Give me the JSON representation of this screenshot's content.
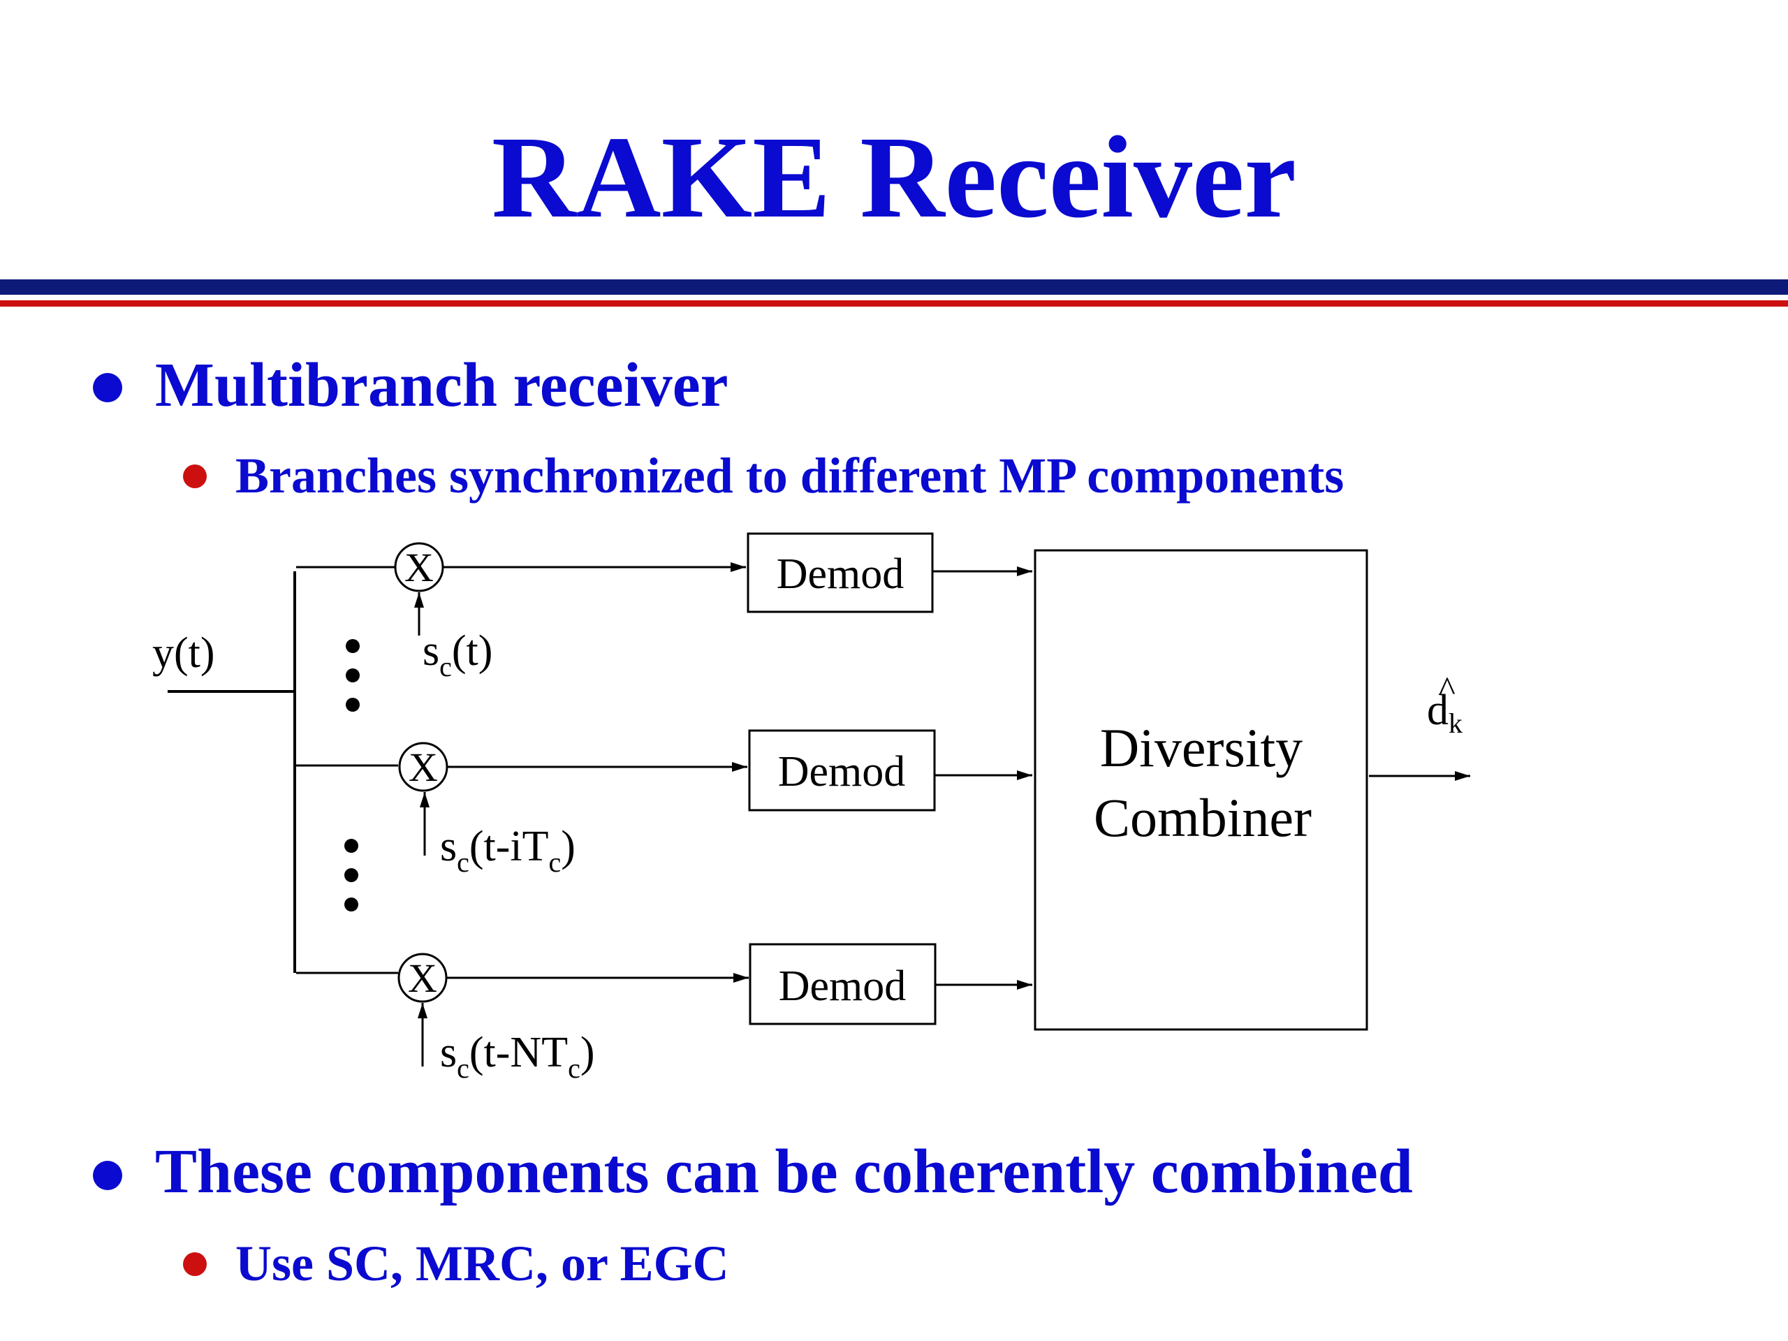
{
  "slide": {
    "title": "RAKE Receiver",
    "colors": {
      "title": "#0a0ad0",
      "bullet_level1": "#0a0ad0",
      "bullet_level2": "#cc1010",
      "rule_top": "#0d1a78",
      "rule_bottom": "#cc1010"
    },
    "bullets": [
      {
        "text": "Multibranch receiver",
        "sub": [
          "Branches synchronized to different MP components"
        ]
      },
      {
        "text": "These components can be coherently combined",
        "sub": [
          "Use SC, MRC, or EGC"
        ]
      }
    ]
  },
  "diagram": {
    "input_label": "y(t)",
    "multiplier_symbol": "X",
    "branches": [
      {
        "code_base": "s",
        "code_sub": "c",
        "code_arg": "(t)",
        "demod_label": "Demod"
      },
      {
        "code_base": "s",
        "code_sub": "c",
        "code_arg": "(t-iT",
        "code_arg_sub": "c",
        "code_arg_close": ")",
        "demod_label": "Demod"
      },
      {
        "code_base": "s",
        "code_sub": "c",
        "code_arg": "(t-NT",
        "code_arg_sub": "c",
        "code_arg_close": ")",
        "demod_label": "Demod"
      }
    ],
    "combiner_label_line1": "Diversity",
    "combiner_label_line2": "Combiner",
    "output_base": "d",
    "output_hat": "^",
    "output_sub": "k"
  }
}
